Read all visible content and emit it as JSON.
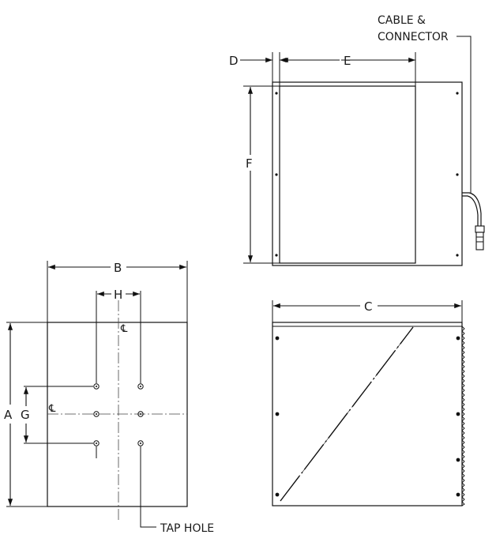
{
  "labels": {
    "A": "A",
    "B": "B",
    "C": "C",
    "D": "D",
    "E": "E",
    "F": "F",
    "G": "G",
    "H": "H",
    "cable_line1": "CABLE &",
    "cable_line2": "CONNECTOR",
    "tap_hole": "TAP HOLE",
    "centerline_symbol": "℄"
  }
}
